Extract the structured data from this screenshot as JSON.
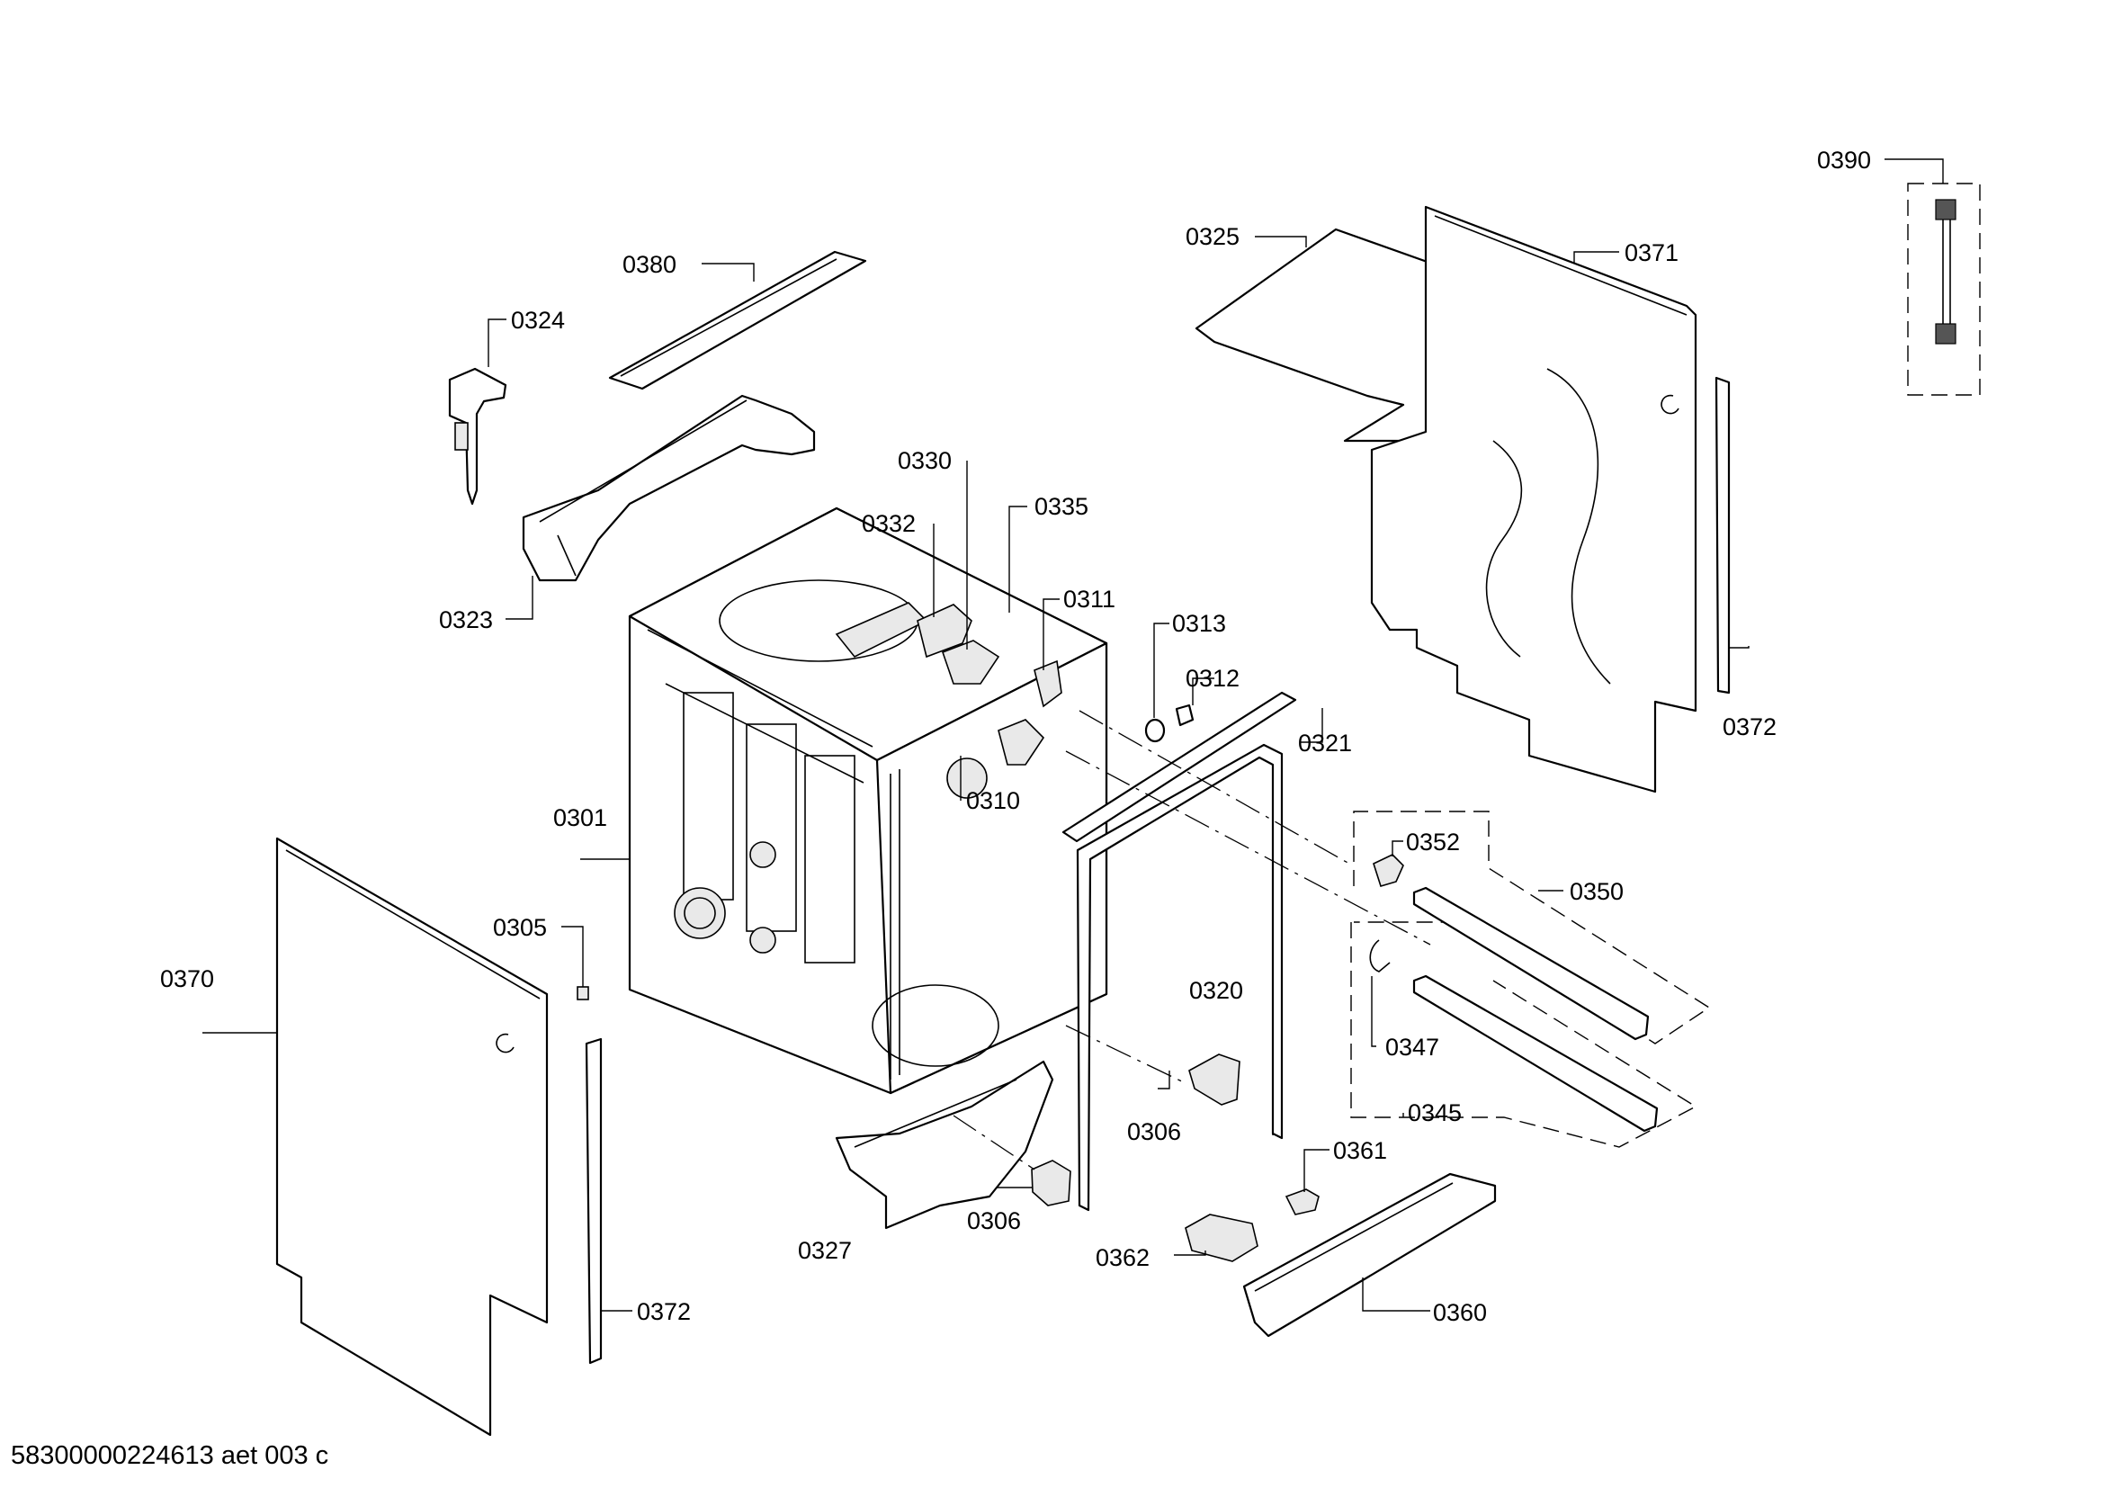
{
  "diagram": {
    "document_code": "58300000224613 aet 003 c",
    "parts": [
      {
        "id": "0301"
      },
      {
        "id": "0305"
      },
      {
        "id": "0306a",
        "label": "0306"
      },
      {
        "id": "0306b",
        "label": "0306"
      },
      {
        "id": "0310"
      },
      {
        "id": "0311"
      },
      {
        "id": "0312"
      },
      {
        "id": "0313"
      },
      {
        "id": "0320"
      },
      {
        "id": "0321"
      },
      {
        "id": "0323"
      },
      {
        "id": "0324"
      },
      {
        "id": "0325"
      },
      {
        "id": "0327"
      },
      {
        "id": "0330"
      },
      {
        "id": "0332"
      },
      {
        "id": "0335"
      },
      {
        "id": "0345"
      },
      {
        "id": "0347"
      },
      {
        "id": "0350"
      },
      {
        "id": "0352"
      },
      {
        "id": "0360"
      },
      {
        "id": "0361"
      },
      {
        "id": "0362"
      },
      {
        "id": "0370"
      },
      {
        "id": "0371"
      },
      {
        "id": "0372a",
        "label": "0372"
      },
      {
        "id": "0372b",
        "label": "0372"
      },
      {
        "id": "0380"
      },
      {
        "id": "0390"
      }
    ]
  }
}
